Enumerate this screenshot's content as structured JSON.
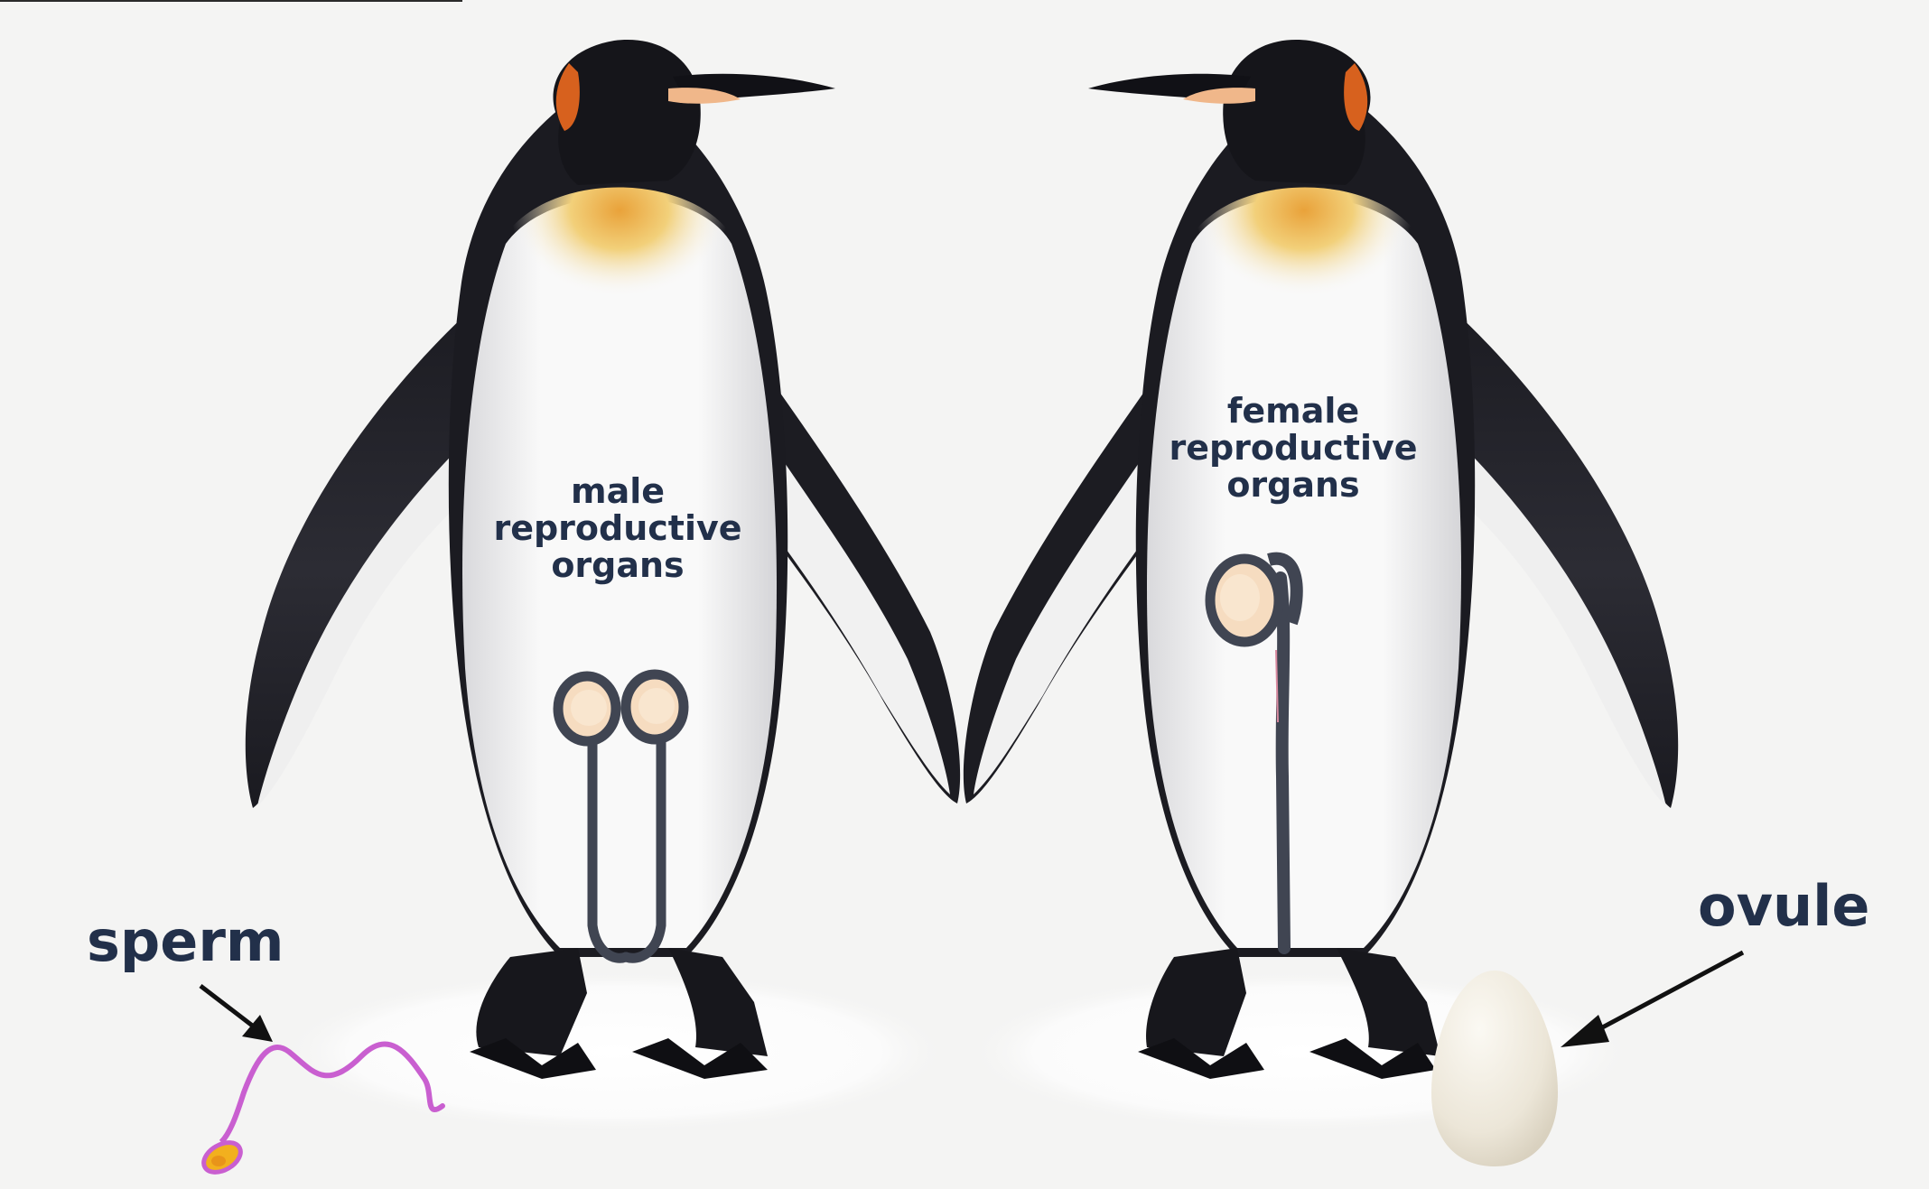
{
  "labels": {
    "male_organs": [
      "male",
      "reproductive",
      "organs"
    ],
    "female_organs": [
      "female",
      "reproductive",
      "organs"
    ],
    "sperm": "sperm",
    "ovule": "ovule"
  },
  "colors": {
    "background": "#f4f4f3",
    "label_text": "#22304a",
    "penguin_black": "#17171c",
    "penguin_white": "#f7f7f7",
    "neck_orange": "#e9a23a",
    "head_patch": "#d7611e",
    "organ_outline": "#404552",
    "organ_fill": "#f6dcc0",
    "sperm_color": "#c95fd0",
    "sperm_head": "#f2b01e",
    "egg": "#efeadf"
  }
}
